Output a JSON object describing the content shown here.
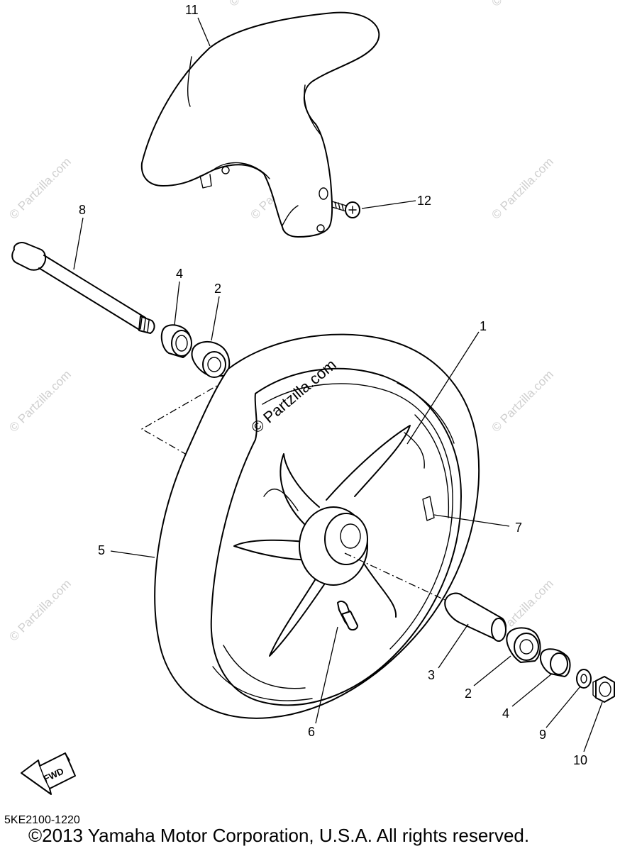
{
  "watermark": {
    "main": "© Partzilla.com",
    "repeat": "© Partzilla.com"
  },
  "callouts": {
    "c1": "1",
    "c2a": "2",
    "c2b": "2",
    "c3": "3",
    "c4a": "4",
    "c4b": "4",
    "c5": "5",
    "c6": "6",
    "c7": "7",
    "c8": "8",
    "c9": "9",
    "c10": "10",
    "c11": "11",
    "c12": "12"
  },
  "fwd_label": "FWD",
  "diagram_code": "5KE2100-1220",
  "copyright": "©2013  Yamaha Motor Corporation, U.S.A. All rights reserved."
}
